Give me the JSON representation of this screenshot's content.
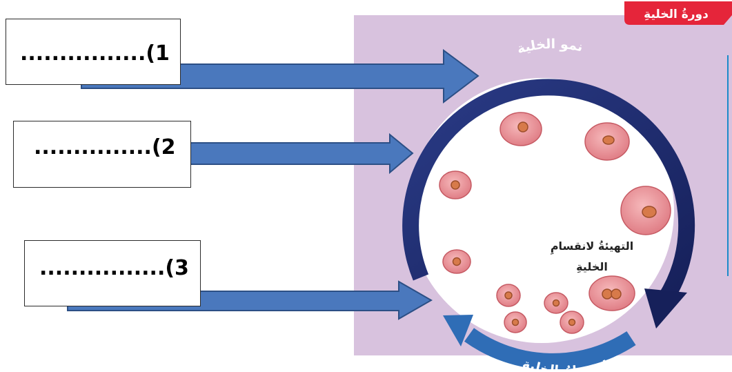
{
  "header_tab": "دورةُ الخليةِ",
  "stages": {
    "growth": "نمو الخلية",
    "preparation_line1": "التهيئةُ لانقسامِ",
    "preparation_line2": "الخليةِ",
    "division": "انقسامُ الخليةِ"
  },
  "answer_boxes": [
    {
      "label": "................(1"
    },
    {
      "label": "...............(2"
    },
    {
      "label": "................(3"
    }
  ],
  "colors": {
    "panel": "#d8c2de",
    "ring_dark": "#1e2a67",
    "ring_light": "#2f6db6",
    "arrow": "#4a78bd",
    "arrow_edge": "#2c4f85",
    "cell_fill": "#e7959a",
    "cell_edge": "#c65a63",
    "nucleus": "#d77a4a",
    "tab": "#e5253a"
  }
}
